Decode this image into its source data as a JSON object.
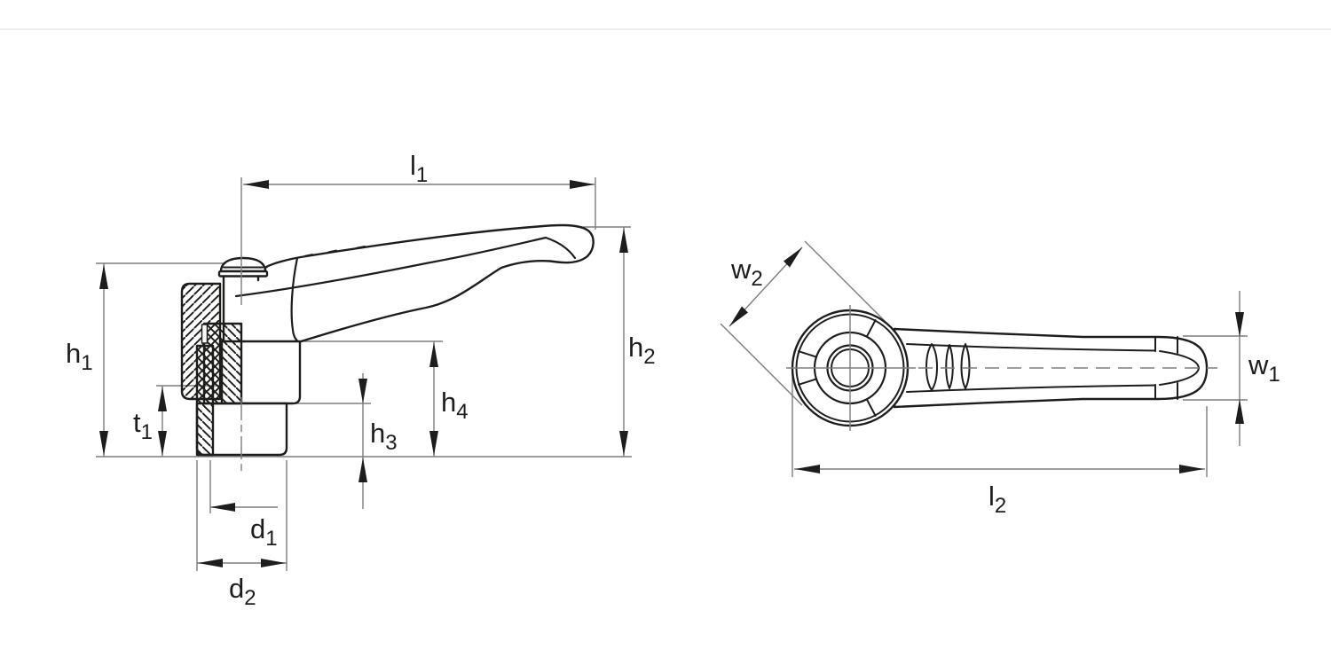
{
  "drawing": {
    "kind": "technical-drawing",
    "subject": "adjustable clamping lever — side section view and top view"
  },
  "colors": {
    "outline": "#1d1d1b",
    "dimension_line": "#7d7d7d",
    "arrowhead": "#1d1d1b",
    "background": "#ffffff",
    "top_rule": "#ededed"
  },
  "dimensions": {
    "l1": {
      "base": "l",
      "sub": "1"
    },
    "h1": {
      "base": "h",
      "sub": "1"
    },
    "t1": {
      "base": "t",
      "sub": "1"
    },
    "h2": {
      "base": "h",
      "sub": "2"
    },
    "h3": {
      "base": "h",
      "sub": "3"
    },
    "h4": {
      "base": "h",
      "sub": "4"
    },
    "d1": {
      "base": "d",
      "sub": "1"
    },
    "d2": {
      "base": "d",
      "sub": "2"
    },
    "w1": {
      "base": "w",
      "sub": "1"
    },
    "w2": {
      "base": "w",
      "sub": "2"
    },
    "l2": {
      "base": "l",
      "sub": "2"
    }
  }
}
